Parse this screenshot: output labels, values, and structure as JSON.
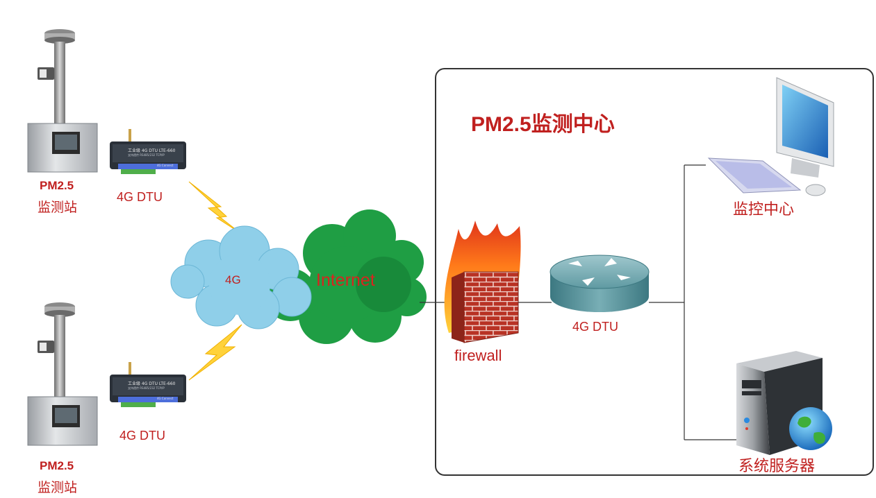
{
  "stations": [
    {
      "name": "PM2.5",
      "subtitle": "监测站",
      "device_label": "4G DTU"
    },
    {
      "name": "PM2.5",
      "subtitle": "监测站",
      "device_label": "4G DTU"
    }
  ],
  "dtu_device": {
    "title": "工业级 4G DTU LTE-660",
    "subtitle": "支持透传 RS485/232 TCP/IP",
    "footer": "4G Connect"
  },
  "network": {
    "cloud_4g_label": "4G",
    "internet_label": "Internet"
  },
  "center": {
    "title": "PM2.5监测中心",
    "firewall_label": "firewall",
    "router_label": "4G DTU",
    "monitor_label": "监控中心",
    "server_label": "系统服务器"
  },
  "colors": {
    "label_red": "#c0201f",
    "cloud_blue": "#8fcfe9",
    "internet_green": "#1f9e44",
    "router_teal": "#4a8f98",
    "firewall_brick": "#b83224"
  }
}
